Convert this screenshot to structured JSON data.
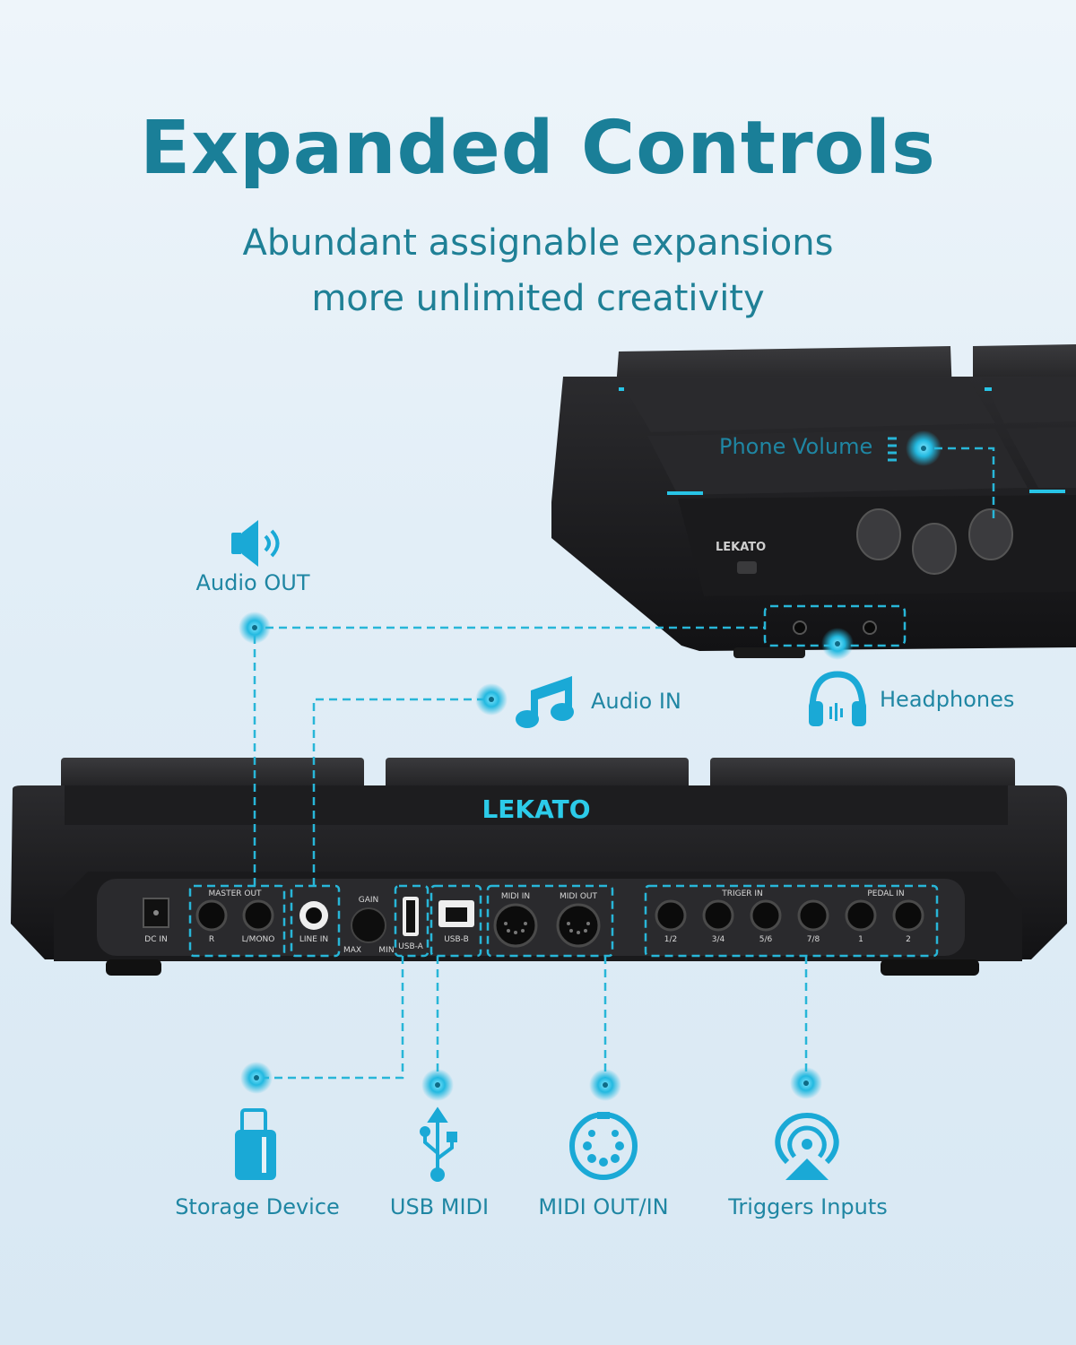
{
  "title": "Expanded Controls",
  "subtitle_line1": "Abundant assignable expansions",
  "subtitle_line2": "more unlimited creativity",
  "colors": {
    "accent": "#1a7f98",
    "highlight": "#28c4e6",
    "device": "#1c1c1e"
  },
  "callouts": {
    "phone_volume": "Phone Volume",
    "audio_out": "Audio OUT",
    "audio_in": "Audio IN",
    "headphones": "Headphones",
    "storage_device": "Storage Device",
    "usb_midi": "USB MIDI",
    "midi_out_in": "MIDI OUT/IN",
    "triggers_inputs": "Triggers Inputs"
  },
  "icons": [
    "speaker-icon",
    "music-note-icon",
    "headphones-icon",
    "usb-drive-icon",
    "usb-symbol-icon",
    "midi-din-icon",
    "trigger-icon"
  ],
  "device": {
    "brand": "LEKATO",
    "top_brand": "LEKATO",
    "ports": {
      "dc_in": "DC IN",
      "master_out": "MASTER OUT",
      "r": "R",
      "l_mono": "L/MONO",
      "line_in": "LINE IN",
      "gain": "GAIN",
      "max": "MAX",
      "min": "MIN",
      "usb_a": "USB-A",
      "usb_b": "USB-B",
      "midi_in": "MIDI IN",
      "midi_out": "MIDI OUT",
      "trigger_in": "TRIGER IN",
      "pedal_in": "PEDAL IN",
      "t12": "1/2",
      "t34": "3/4",
      "t56": "5/6",
      "t78": "7/8",
      "p1": "1",
      "p2": "2"
    }
  }
}
